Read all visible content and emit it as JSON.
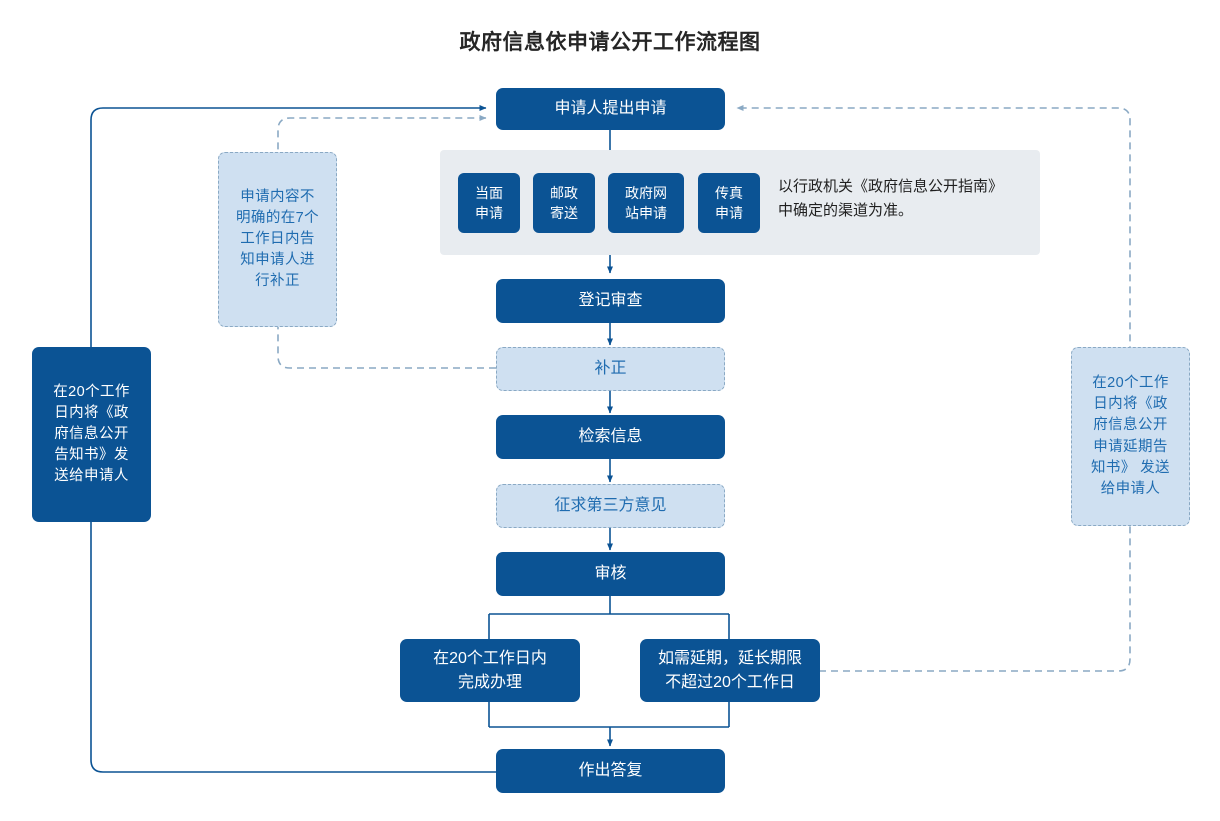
{
  "chart_data": {
    "type": "diagram",
    "title": "政府信息依申请公开工作流程图",
    "diagram_kind": "flowchart",
    "colors": {
      "primary_dark_blue": "#0b5394",
      "light_blue_fill": "#cfe0f1",
      "light_blue_text": "#1f6cb0",
      "band_gray": "#e8ecf0",
      "dashed_stroke": "#8aa9c4",
      "solid_stroke": "#0b5394",
      "title_text": "#262626"
    },
    "nodes": [
      {
        "id": "apply",
        "label": "申请人提出申请",
        "style": "dark"
      },
      {
        "id": "ch1",
        "label": "当面申请",
        "style": "dark"
      },
      {
        "id": "ch2",
        "label": "邮政寄送",
        "style": "dark"
      },
      {
        "id": "ch3",
        "label": "政府网站申请",
        "style": "dark"
      },
      {
        "id": "ch4",
        "label": "传真申请",
        "style": "dark"
      },
      {
        "id": "register",
        "label": "登记审查",
        "style": "dark"
      },
      {
        "id": "amend",
        "label": "补正",
        "style": "light"
      },
      {
        "id": "search",
        "label": "检索信息",
        "style": "dark"
      },
      {
        "id": "thirdparty",
        "label": "征求第三方意见",
        "style": "light"
      },
      {
        "id": "review",
        "label": "审核",
        "style": "dark"
      },
      {
        "id": "finish20",
        "label": "在20个工作日内完成办理",
        "style": "dark"
      },
      {
        "id": "extend",
        "label": "如需延期，延长期限不超过20个工作日",
        "style": "dark"
      },
      {
        "id": "reply",
        "label": "作出答复",
        "style": "dark"
      },
      {
        "id": "note_left_dark",
        "label": "在20个工作日内将《政府信息公开告知书》发送给申请人",
        "style": "dark"
      },
      {
        "id": "note_amend",
        "label": "申请内容不明确的在7个工作日内告知申请人进行补正",
        "style": "light"
      },
      {
        "id": "note_extend",
        "label": "在20个工作日内将《政府信息公开申请延期告知书》 发送给申请人",
        "style": "light"
      }
    ],
    "edges": [
      {
        "from": "apply",
        "to": "ch1",
        "style": "solid"
      },
      {
        "from": "apply",
        "to": "ch2",
        "style": "solid"
      },
      {
        "from": "apply",
        "to": "ch3",
        "style": "solid"
      },
      {
        "from": "apply",
        "to": "ch4",
        "style": "solid"
      },
      {
        "from": "channels",
        "to": "register",
        "style": "solid"
      },
      {
        "from": "register",
        "to": "amend",
        "style": "solid"
      },
      {
        "from": "amend",
        "to": "search",
        "style": "solid"
      },
      {
        "from": "search",
        "to": "thirdparty",
        "style": "solid"
      },
      {
        "from": "thirdparty",
        "to": "review",
        "style": "solid"
      },
      {
        "from": "review",
        "to": "finish20",
        "style": "solid"
      },
      {
        "from": "review",
        "to": "extend",
        "style": "solid"
      },
      {
        "from": "finish20",
        "to": "reply",
        "style": "solid"
      },
      {
        "from": "extend",
        "to": "reply",
        "style": "solid"
      },
      {
        "from": "reply",
        "to": "apply",
        "style": "solid",
        "note": "left outer return loop"
      },
      {
        "from": "amend",
        "to": "apply",
        "style": "dashed",
        "note": "passes through 补正 note box"
      },
      {
        "from": "extend",
        "to": "apply",
        "style": "dashed",
        "note": "right outer return loop"
      }
    ]
  },
  "title": "政府信息依申请公开工作流程图",
  "nodes": {
    "apply": "申请人提出申请",
    "register": "登记审查",
    "amend": "补正",
    "search": "检索信息",
    "thirdparty": "征求第三方意见",
    "review": "审核",
    "finish20": "在20个工作日内\n完成办理",
    "extend": "如需延期，延长期限\n不超过20个工作日",
    "reply": "作出答复"
  },
  "channels": [
    {
      "label": "当面\n申请"
    },
    {
      "label": "邮政\n寄送"
    },
    {
      "label": "政府网\n站申请"
    },
    {
      "label": "传真\n申请"
    }
  ],
  "band_note": "以行政机关《政府信息公开指南》\n中确定的渠道为准。",
  "notes": {
    "amend_note": "申请内容不\n明确的在7个\n工作日内告\n知申请人进\n行补正",
    "left_note": "在20个工作\n日内将《政\n府信息公开\n告知书》发\n送给申请人",
    "right_note": "在20个工作\n日内将《政\n府信息公开\n申请延期告\n知书》 发送\n给申请人"
  }
}
